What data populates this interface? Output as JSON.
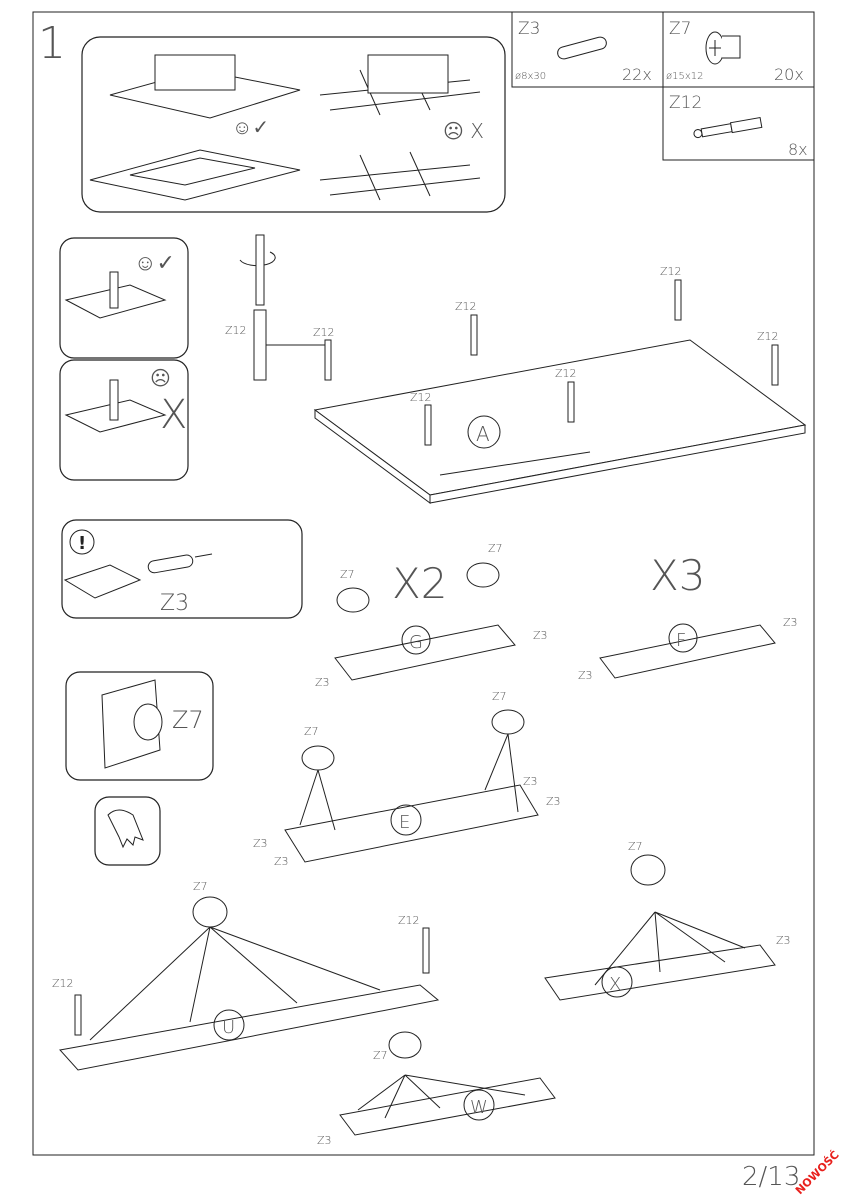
{
  "step_number": "1",
  "parts": [
    {
      "code": "Z3",
      "size": "ø8x30",
      "qty": "22x"
    },
    {
      "code": "Z7",
      "size": "ø15x12",
      "qty": "20x"
    },
    {
      "code": "Z12",
      "size": "",
      "qty": "8x"
    }
  ],
  "labels": {
    "z12": "Z12",
    "z7": "Z7",
    "z3": "Z3",
    "x2": "X2",
    "x3": "X3",
    "correct": "☺✓",
    "wrong": "☹ X",
    "wrong_x": "X"
  },
  "panels": {
    "a": "A",
    "g": "G",
    "f": "F",
    "e": "E",
    "u": "U",
    "x": "X",
    "w": "W"
  },
  "footer": {
    "page": "2/13",
    "badge": "NOWOŚĆ"
  },
  "colors": {
    "line": "#222222",
    "text": "#555555",
    "badge": "#e8201c"
  }
}
